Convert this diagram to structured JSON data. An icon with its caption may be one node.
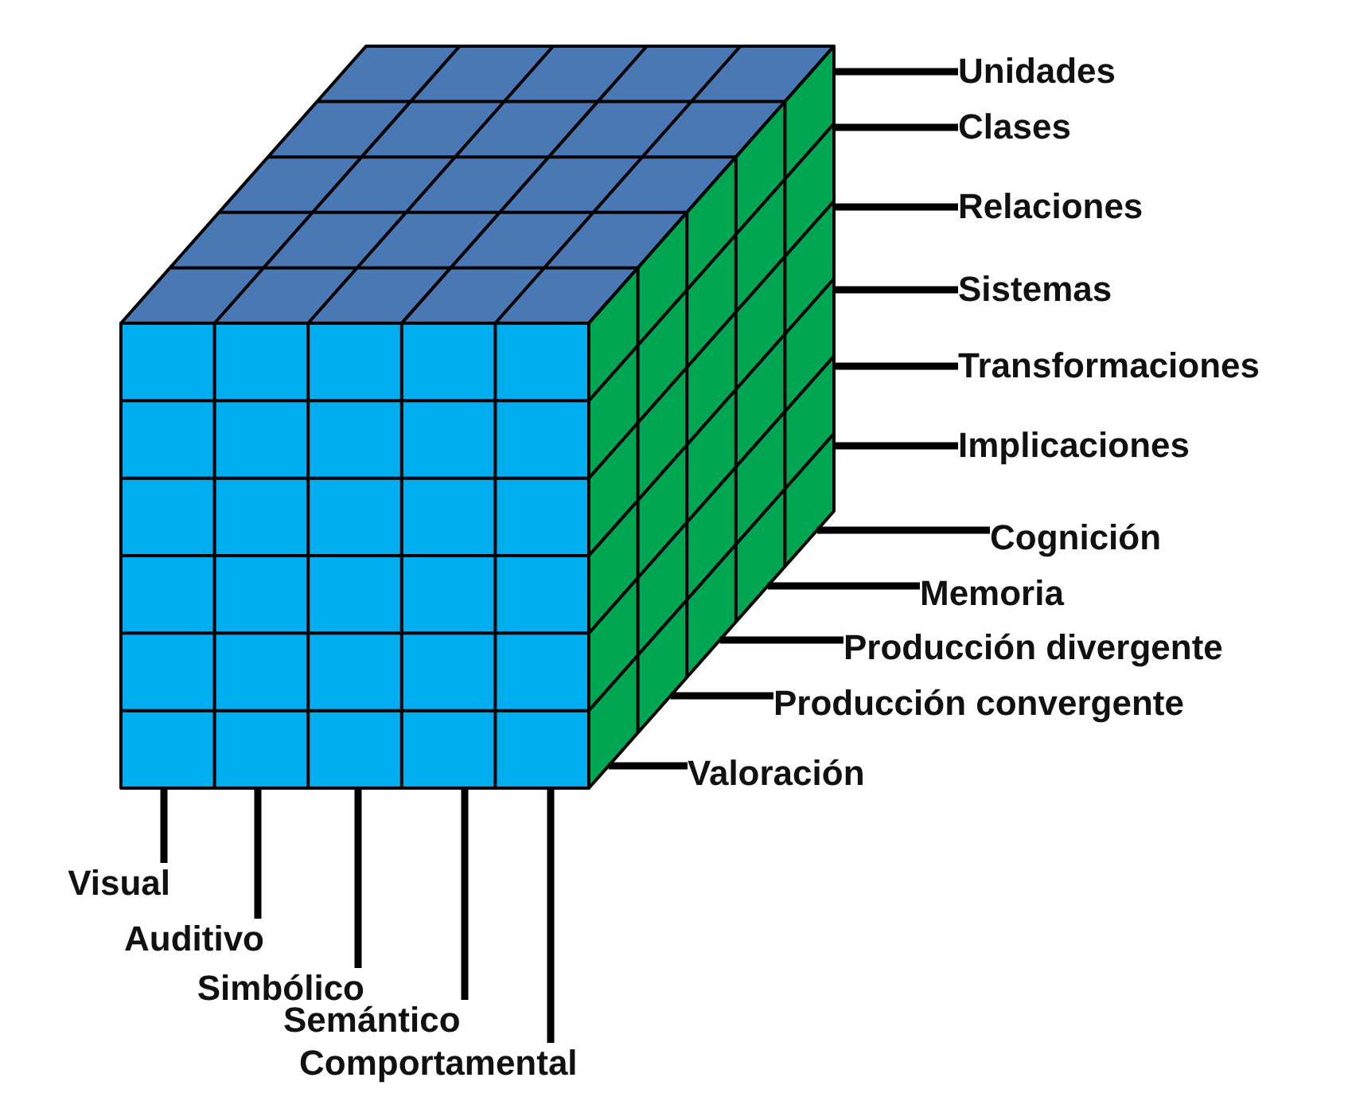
{
  "diagram": {
    "nodes": [
      {
        "text": [
          "Unidades"
        ]
      },
      {
        "text": [
          "Clases"
        ]
      },
      {
        "text": [
          "Relaciones"
        ]
      },
      {
        "text": [
          "Sistemas"
        ]
      },
      {
        "text": [
          "Transformaciones"
        ]
      },
      {
        "text": [
          "Implicaciones"
        ]
      },
      {
        "text": [
          "Cognición"
        ]
      },
      {
        "text": [
          "Memoria"
        ]
      },
      {
        "text": [
          "Producción divergente"
        ]
      },
      {
        "text": [
          "Producción convergente"
        ]
      },
      {
        "text": [
          "Valoración"
        ]
      },
      {
        "text": [
          "Visual"
        ]
      },
      {
        "text": [
          "Auditivo"
        ]
      },
      {
        "text": [
          "Simbólico"
        ]
      },
      {
        "text": [
          "Semántico"
        ]
      },
      {
        "text": [
          "Comportamental"
        ]
      }
    ],
    "edges": [
      {
        "from": 0,
        "to": null,
        "arrow": "none"
      },
      {
        "from": 1,
        "to": null,
        "arrow": "none"
      },
      {
        "from": 2,
        "to": null,
        "arrow": "none"
      },
      {
        "from": 3,
        "to": null,
        "arrow": "none"
      },
      {
        "from": 4,
        "to": null,
        "arrow": "none"
      },
      {
        "from": 5,
        "to": null,
        "arrow": "none"
      },
      {
        "from": 6,
        "to": null,
        "arrow": "none"
      },
      {
        "from": 7,
        "to": null,
        "arrow": "none"
      },
      {
        "from": 8,
        "to": null,
        "arrow": "none"
      },
      {
        "from": 9,
        "to": null,
        "arrow": "none"
      },
      {
        "from": 10,
        "to": null,
        "arrow": "none"
      },
      {
        "from": 11,
        "to": null,
        "arrow": "none"
      },
      {
        "from": 12,
        "to": null,
        "arrow": "none"
      },
      {
        "from": 13,
        "to": null,
        "arrow": "none"
      },
      {
        "from": 14,
        "to": null,
        "arrow": "none"
      },
      {
        "from": 15,
        "to": null,
        "arrow": "none"
      }
    ]
  }
}
